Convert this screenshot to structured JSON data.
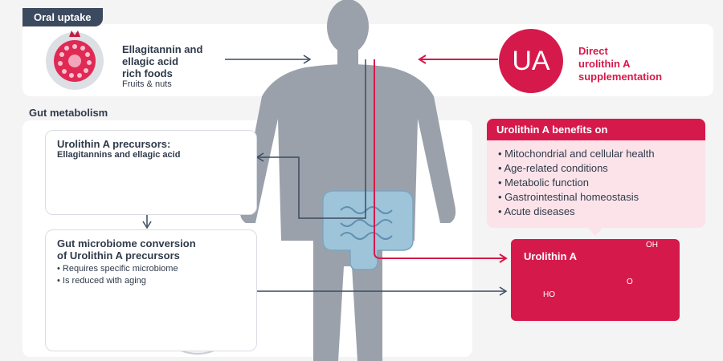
{
  "oral_uptake": {
    "label": "Oral uptake",
    "food_title_lines": [
      "Ellagitannin and",
      "ellagic acid",
      "rich foods"
    ],
    "food_subtitle": "Fruits & nuts",
    "food_icon": "pomegranate-icon"
  },
  "direct_supplementation": {
    "circle_text": "UA",
    "label_lines": [
      "Direct",
      "urolithin A",
      "supplementation"
    ]
  },
  "gut_metabolism": {
    "label": "Gut metabolism",
    "precursors_title": "Urolithin A precursors:",
    "precursors_subtitle": "Ellagitannins and ellagic acid",
    "conversion_title_lines": [
      "Gut microbiome conversion",
      "of Urolithin A precursors"
    ],
    "conversion_bullets": [
      "Requires specific microbiome",
      "Is reduced with aging"
    ]
  },
  "benefits": {
    "title": "Urolithin A benefits on",
    "items": [
      "Mitochondrial and cellular health",
      "Age-related conditions",
      "Metabolic function",
      "Gastrointestinal homeostasis",
      "Acute diseases"
    ]
  },
  "urolithin_a": {
    "title": "Urolithin A",
    "oh_label": "HO",
    "oh_label_right": "OH",
    "ring_o": "O"
  },
  "colors": {
    "accent": "#d6194b",
    "dark": "#3b4a5e",
    "body": "#9ba1ab",
    "gut": "#9ec4da",
    "benefit_bg": "#fbe3e9"
  }
}
